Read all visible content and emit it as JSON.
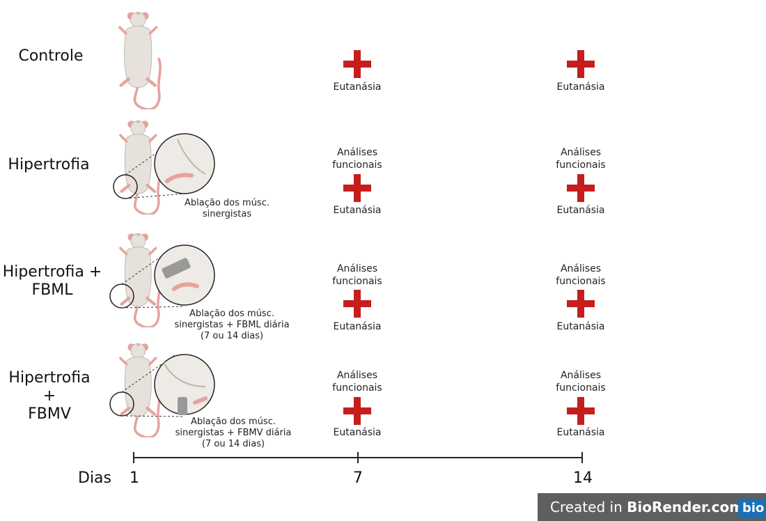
{
  "groups": [
    {
      "label_1": "Controle",
      "label_2": "",
      "procedure": []
    },
    {
      "label_1": "Hipertrofia",
      "label_2": "",
      "procedure": [
        "Ablação dos músc.",
        "sinergistas"
      ]
    },
    {
      "label_1": "Hipertrofia +",
      "label_2": "FBML",
      "procedure": [
        "Ablação dos músc.",
        "sinergistas + FBML diária",
        "(7 ou 14 dias)"
      ]
    },
    {
      "label_1": "Hipertrofia +",
      "label_2": "FBMV",
      "procedure": [
        "Ablação dos músc.",
        "sinergistas + FBMV diária",
        "(7 ou 14 dias)"
      ]
    }
  ],
  "events": {
    "analysis_1": "Análises",
    "analysis_2": "funcionais",
    "euthanasia": "Eutanásia"
  },
  "timeline": {
    "axis_label": "Dias",
    "ticks": [
      "1",
      "7",
      "14"
    ]
  },
  "watermark": {
    "text_prefix": "Created in ",
    "text_brand": "BioRender.com",
    "badge": "bio"
  },
  "colors": {
    "cross": "#c61d1d",
    "rat_body": "#e6e1da",
    "rat_pink": "#e6a39e"
  },
  "icons": [
    "rat-icon",
    "magnifier-icon",
    "red-cross-icon"
  ]
}
